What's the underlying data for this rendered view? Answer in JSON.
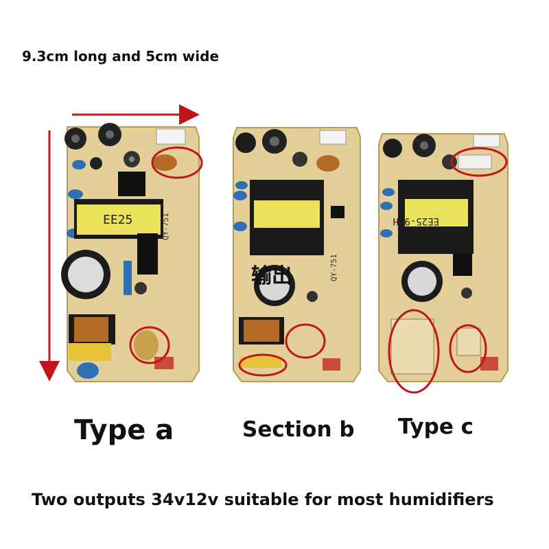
{
  "dimensions_note": "9.3cm long and 5cm wide",
  "types": [
    {
      "label": "Type a",
      "transformer_label": "EE25",
      "model_label": "QY-751"
    },
    {
      "label": "Section b",
      "overlay_text": "输出",
      "model_label": "QY-751"
    },
    {
      "label": "Type c",
      "transformer_label": "EE25-9HH"
    }
  ],
  "footer": "Two outputs 34v12v suitable for most humidifiers",
  "colors": {
    "pcb": "#e3cf97",
    "annotation_red": "#c0151a",
    "transformer": "#e9e25a"
  }
}
